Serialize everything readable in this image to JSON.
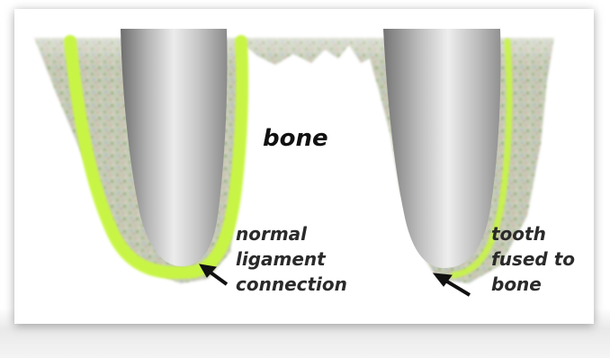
{
  "labels": {
    "bone": "bone",
    "normal_ligament": [
      "normal",
      "ligament",
      "connection"
    ],
    "tooth_fused": [
      "tooth",
      "fused to",
      "bone"
    ]
  },
  "colors": {
    "ligament": "#c8f545",
    "tooth_dark": "#8e8e8e",
    "tooth_light": "#f2f2f2",
    "bone_speckle": "#a4b68a"
  },
  "icons": [
    "arrow-icon"
  ]
}
